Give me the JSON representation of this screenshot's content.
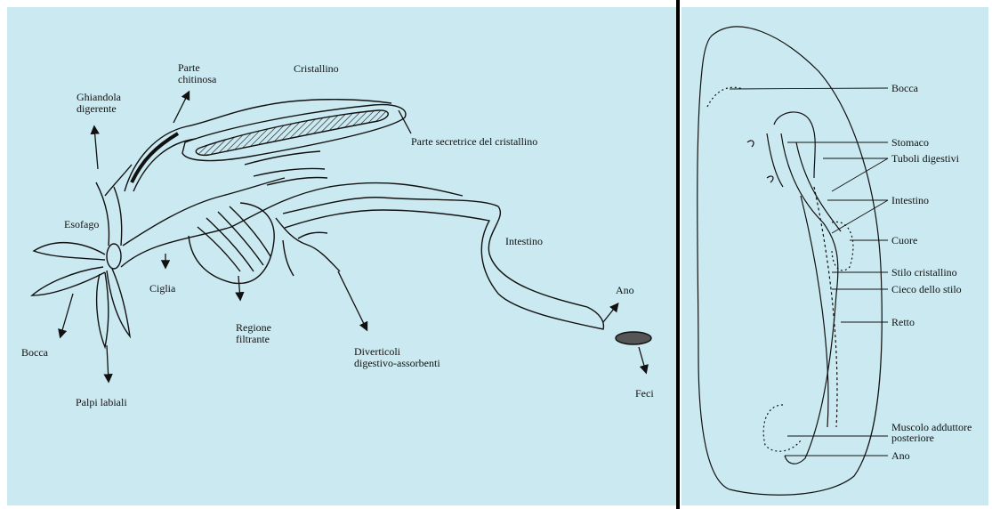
{
  "left": {
    "parte_chitinosa": [
      "Parte",
      "chitinosa"
    ],
    "cristallino": "Cristallino",
    "ghiandola": [
      "Ghiandola",
      "digerente"
    ],
    "parte_secretrice": "Parte secretrice del cristallino",
    "esofago": "Esofago",
    "ciglia": "Ciglia",
    "regione_filtrante": [
      "Regione",
      "filtrante"
    ],
    "intestino": "Intestino",
    "ano": "Ano",
    "bocca": "Bocca",
    "palpi_labiali": "Palpi labiali",
    "diverticoli": [
      "Diverticoli",
      "digestivo-assorbenti"
    ],
    "feci": "Feci"
  },
  "right": {
    "bocca": "Bocca",
    "stomaco": "Stomaco",
    "tuboli_digestivi": "Tuboli digestivi",
    "intestino": "Intestino",
    "cuore": "Cuore",
    "stilo_cristallino": "Stilo cristallino",
    "cieco_stilo": "Cieco dello stilo",
    "retto": "Retto",
    "muscolo": [
      "Muscolo adduttore",
      "posteriore"
    ],
    "ano": "Ano"
  }
}
